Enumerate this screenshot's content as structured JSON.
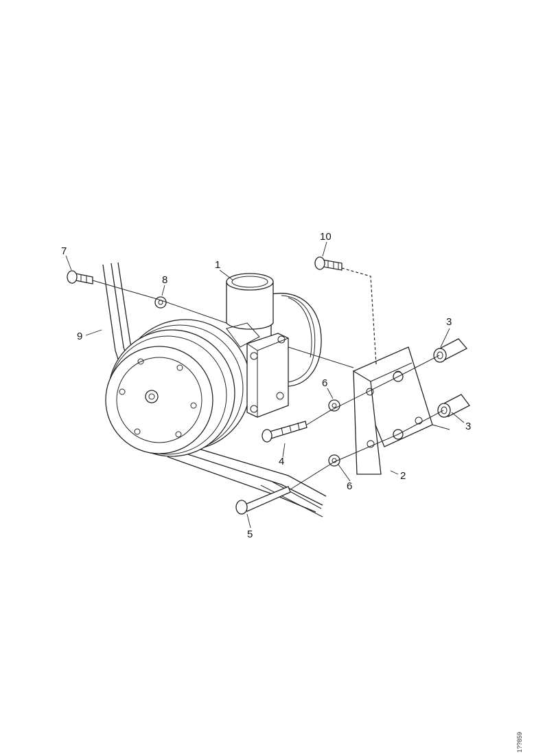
{
  "diagram": {
    "callouts": [
      "1",
      "2",
      "3",
      "3",
      "4",
      "5",
      "6",
      "6",
      "7",
      "8",
      "9",
      "10"
    ],
    "reference_code": "1??859"
  }
}
